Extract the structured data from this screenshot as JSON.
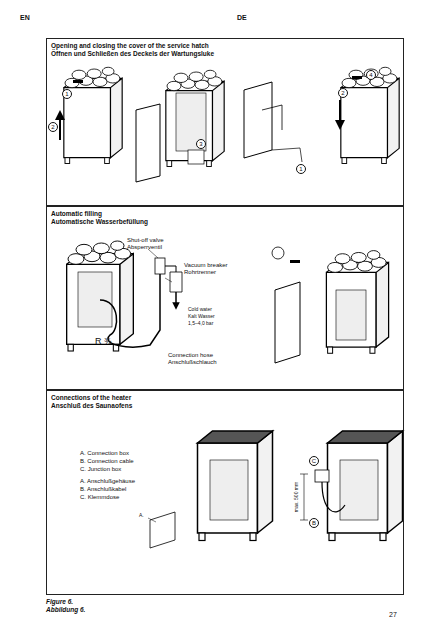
{
  "diagram": {
    "nodes": [
      {
        "text": [
          "Opening and closing the cover of the service hatch",
          "Öffnen und Schließen des Deckels der Wartungsluke"
        ]
      },
      {
        "text": [
          "Automatic filling",
          "Automatische Wasserbefüllung"
        ]
      },
      {
        "text": [
          "Connections of the heater",
          "Anschluß des Saunaofens"
        ]
      }
    ],
    "labels": [
      "EN",
      "DE",
      "1",
      "2",
      "3",
      "1",
      "2",
      "4",
      "Shut-off valve",
      "Absperrventil",
      "Vacuum breaker",
      "Rohrtrenner",
      "Cold water",
      "Kalt Wasser",
      "1,5–4,0 bar",
      "R ¾",
      "Connection hose",
      "Anschlußschlauch",
      "A. Connection box",
      "B. Connection cable",
      "C. Junction box",
      "A. Anschlußgehäuse",
      "B. Anschlußkabel",
      "C. Klemmdose",
      "A.",
      "C",
      "B",
      "max. 500 mm",
      "Figure 6.",
      "Abbildung 6.",
      "27"
    ]
  }
}
